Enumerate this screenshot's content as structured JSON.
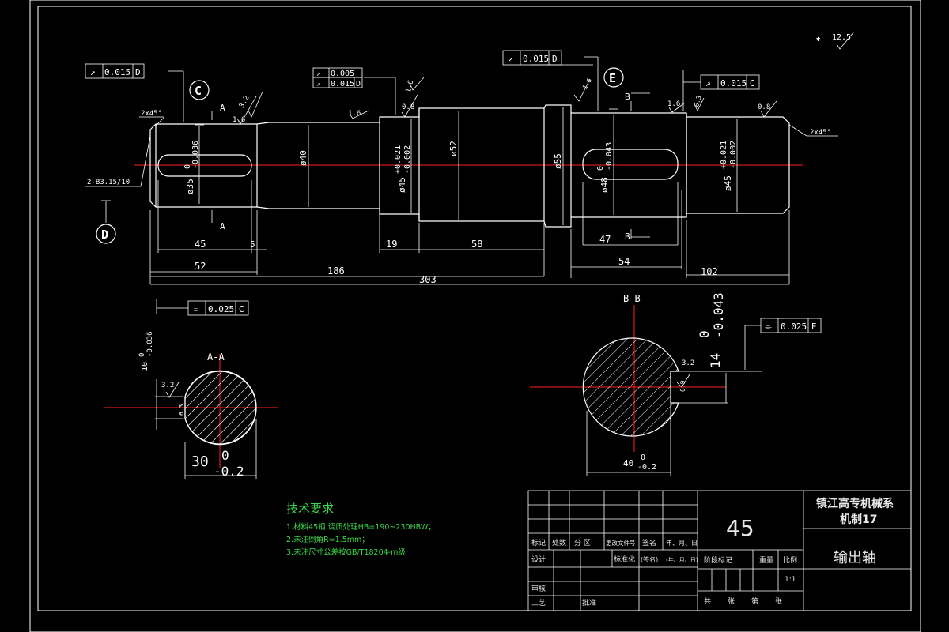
{
  "roughness": {
    "general": "12.5",
    "marks": [
      "3.2",
      "1.6",
      "1.6",
      "0.8",
      "1.6",
      "1.6",
      "0.8",
      "1.6",
      "6.3",
      "3.2",
      "6.3",
      "3.2",
      "6.3"
    ]
  },
  "tolerance_frames": [
    {
      "symbol": "↗",
      "value": "0.015",
      "datum": "D"
    },
    {
      "symbol": "↗",
      "value": "0.005",
      "datum": ""
    },
    {
      "symbol": "↗",
      "value": "0.015",
      "datum": "D"
    },
    {
      "symbol": "↗",
      "value": "0.015",
      "datum": "D"
    },
    {
      "symbol": "↗",
      "value": "0.015",
      "datum": "C"
    },
    {
      "symbol": "⌯",
      "value": "0.025",
      "datum": "C"
    },
    {
      "symbol": "⌯",
      "value": "0.025",
      "datum": "E"
    }
  ],
  "datum_labels": [
    "C",
    "D",
    "E"
  ],
  "section_labels": {
    "a": "A",
    "b": "B",
    "aa": "A-A",
    "bb": "B-B"
  },
  "chamfers": [
    "2x45°",
    "2x45°"
  ],
  "center_hole": "2-B3.15/10",
  "diameters": {
    "d35": "ø35",
    "d35_tol": "0",
    "d35_tol2": "-0.036",
    "d40": "ø40",
    "d45a": "ø45",
    "d45a_tol": "+0.021",
    "d45a_tol2": "-0.002",
    "d52": "ø52",
    "d55": "ø55",
    "d48": "ø48",
    "d48_tol": "0",
    "d48_tol2": "-0.043",
    "d45b": "ø45",
    "d45b_tol": "+0.021",
    "d45b_tol2": "-0.002"
  },
  "lengths": {
    "l45": "45",
    "l5": "5",
    "l52": "52",
    "l186": "186",
    "l303": "303",
    "l19": "19",
    "l58": "58",
    "l47": "47",
    "l54": "54",
    "l102": "102"
  },
  "section_aa": {
    "width": "10",
    "width_tol": "0",
    "width_tol2": "-0.036",
    "depth": "30",
    "depth_tol": "0",
    "depth_tol2": "-0.2"
  },
  "section_bb": {
    "width": "14",
    "width_tol": "0",
    "width_tol2": "-0.043",
    "depth": "40",
    "depth_tol": "0",
    "depth_tol2": "-0.2",
    "small": "6.9"
  },
  "tech": {
    "title": "技术要求",
    "lines": [
      "1.材料45钢 调质处理HB=190~230HBW；",
      "2.未注倒角R=1.5mm；",
      "3.未注尺寸公差按GB/T18204-m级"
    ]
  },
  "title_block": {
    "school": "镇江高专机械系",
    "class": "机制17",
    "material": "45",
    "part": "输出轴",
    "h_mark": "标记",
    "h_count": "处数",
    "h_zone": "分 区",
    "h_doc": "更改文件号",
    "h_sign": "签名",
    "h_date": "年、月、日",
    "design": "设计",
    "std": "标准化",
    "std_sign": "(签名)",
    "std_date": "(年、月、日)",
    "stage": "阶段标记",
    "weight": "重量",
    "ratio": "比例",
    "scale": "1:1",
    "review": "审核",
    "craft": "工艺",
    "approve": "批准",
    "total": "共",
    "sheet_a": "张",
    "sheet_no": "第",
    "sheet_b": "张"
  },
  "colors": {
    "line": "#ffffff",
    "center": "#ff0000",
    "tech": "#39d94a"
  }
}
